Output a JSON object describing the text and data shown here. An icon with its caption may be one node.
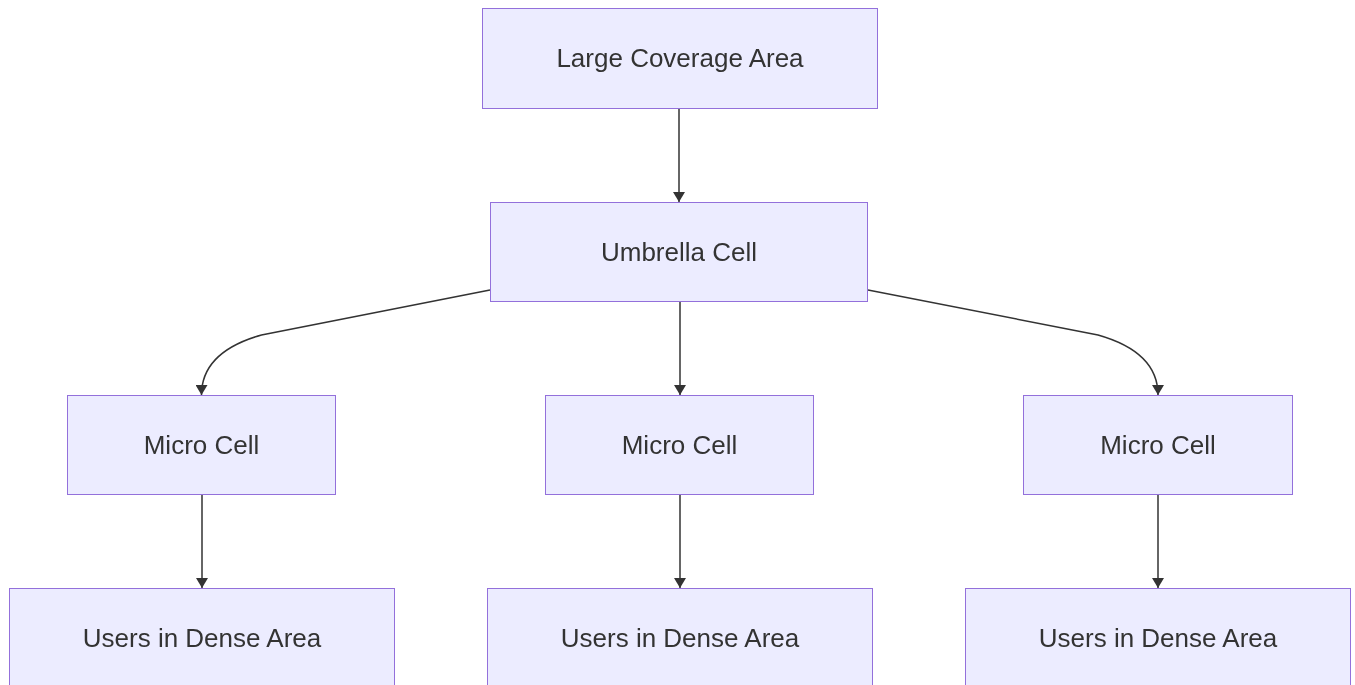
{
  "diagram": {
    "nodes": [
      {
        "text": [
          "Large Coverage Area"
        ]
      },
      {
        "text": [
          "Umbrella Cell"
        ]
      },
      {
        "text": [
          "Micro Cell"
        ]
      },
      {
        "text": [
          "Micro Cell"
        ]
      },
      {
        "text": [
          "Micro Cell"
        ]
      },
      {
        "text": [
          "Users in Dense Area"
        ]
      },
      {
        "text": [
          "Users in Dense Area"
        ]
      },
      {
        "text": [
          "Users in Dense Area"
        ]
      }
    ],
    "edges": [
      {
        "from": 0,
        "to": 1,
        "arrow": "to"
      },
      {
        "from": 1,
        "to": 2,
        "arrow": "to"
      },
      {
        "from": 1,
        "to": 3,
        "arrow": "to"
      },
      {
        "from": 1,
        "to": 4,
        "arrow": "to"
      },
      {
        "from": 2,
        "to": 5,
        "arrow": "to"
      },
      {
        "from": 3,
        "to": 6,
        "arrow": "to"
      },
      {
        "from": 4,
        "to": 7,
        "arrow": "to"
      }
    ]
  }
}
